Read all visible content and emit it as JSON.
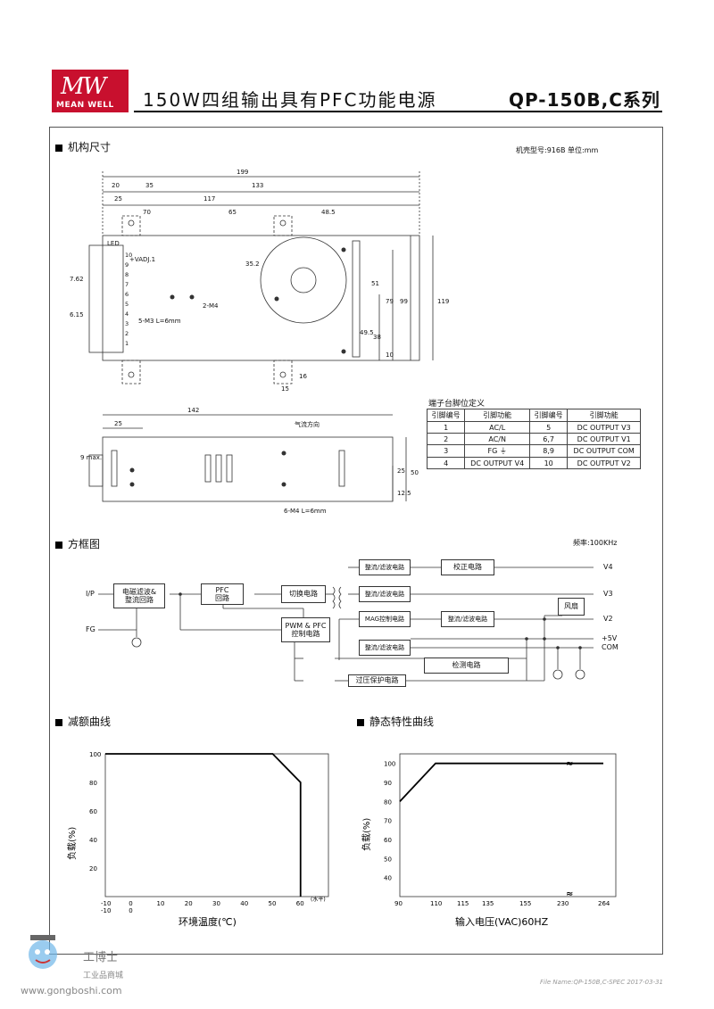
{
  "header": {
    "logo_top": "MW",
    "logo_text": "MEAN WELL",
    "title": "150W四组输出具有PFC功能电源",
    "series": "QP-150B,C系列"
  },
  "mech": {
    "section_title": "机构尺寸",
    "case_info": "机壳型号:916B  单位:mm",
    "dims_top": [
      "199",
      "20",
      "35",
      "133",
      "25",
      "117",
      "70",
      "65",
      "48.5"
    ],
    "dims_side": [
      "7.62",
      "6.15",
      "35.2",
      "51",
      "79",
      "99",
      "119",
      "49.5",
      "38",
      "10"
    ],
    "dims_bottom": [
      "15",
      "16"
    ],
    "labels": {
      "led": "LED",
      "vadj": "+VADJ.1",
      "m4": "2-M4",
      "m3": "5-M3 L=6mm",
      "airflow": "气流方向",
      "m4b": "6-M4 L=6mm",
      "max9": "9 max."
    },
    "pins_numbers": [
      "10",
      "9",
      "8",
      "7",
      "6",
      "5",
      "4",
      "3",
      "2",
      "1"
    ],
    "side_dims": [
      "142",
      "25",
      "25",
      "12.5",
      "50"
    ]
  },
  "pin_table": {
    "title": "端子台脚位定义",
    "headers": [
      "引脚编号",
      "引脚功能",
      "引脚编号",
      "引脚功能"
    ],
    "rows": [
      [
        "1",
        "AC/L",
        "5",
        "DC OUTPUT V3"
      ],
      [
        "2",
        "AC/N",
        "6,7",
        "DC OUTPUT V1"
      ],
      [
        "3",
        "FG ⏚",
        "8,9",
        "DC OUTPUT COM"
      ],
      [
        "4",
        "DC OUTPUT V4",
        "10",
        "DC OUTPUT V2"
      ]
    ]
  },
  "block": {
    "section_title": "方框图",
    "freq": "频率:100KHz",
    "ip": "I/P",
    "fg": "FG",
    "emi": "电磁滤波&\n整流回路",
    "pfc": "PFC\n回路",
    "switch": "切换电路",
    "pwm": "PWM & PFC\n控制电路",
    "rect1": "整流/滤波电路",
    "rect2": "整流/滤波电路",
    "mag": "MAG控制电路",
    "rect3": "整流/滤波电路",
    "rect4": "整流/滤波电路",
    "correct": "校正电路",
    "fan": "风扇",
    "detect": "检测电路",
    "ovp": "过压保护电路",
    "outputs": [
      "V4",
      "V3",
      "V2",
      "+5V",
      "COM"
    ]
  },
  "derating": {
    "section_title": "减额曲线",
    "ylabel": "负载(%)",
    "xlabel": "环境温度(℃)",
    "yticks": [
      "100",
      "80",
      "60",
      "40",
      "20"
    ],
    "xticks": [
      "-10",
      "0",
      "10",
      "20",
      "30",
      "40",
      "50",
      "60"
    ],
    "xticks2": [
      "-10",
      "0"
    ],
    "xnote": "(水平)"
  },
  "static": {
    "section_title": "静态特性曲线",
    "ylabel": "负载(%)",
    "xlabel": "输入电压(VAC)60HZ",
    "yticks": [
      "100",
      "90",
      "80",
      "70",
      "60",
      "50",
      "40"
    ],
    "xticks": [
      "90",
      "110",
      "115",
      "135",
      "155",
      "230",
      "264"
    ]
  },
  "chart_data": [
    {
      "type": "line",
      "title": "减额曲线",
      "xlabel": "环境温度(℃)",
      "ylabel": "负载(%)",
      "x": [
        -10,
        50,
        60,
        60
      ],
      "y": [
        100,
        100,
        80,
        0
      ],
      "xlim": [
        -10,
        70
      ],
      "ylim": [
        0,
        100
      ]
    },
    {
      "type": "line",
      "title": "静态特性曲线",
      "xlabel": "输入电压(VAC)60HZ",
      "ylabel": "负载(%)",
      "x": [
        90,
        110,
        264
      ],
      "y": [
        80,
        100,
        100
      ],
      "ylim": [
        30,
        100
      ]
    }
  ],
  "footer": {
    "file": "File Name:QP-150B,C-SPEC  2017-03-31",
    "watermark_site": "www.gongboshi.com",
    "watermark_name": "工业品商城"
  }
}
